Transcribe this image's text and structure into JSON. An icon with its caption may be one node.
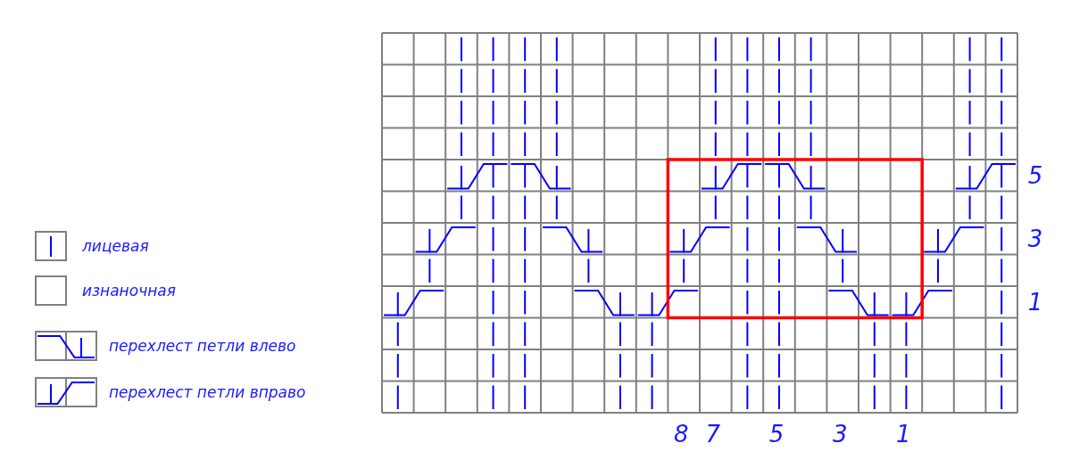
{
  "diagram": {
    "labels": [
      "5",
      "3",
      "1",
      "8",
      "7",
      "5",
      "3",
      "1"
    ],
    "legend": [
      {
        "text": "лицевая"
      },
      {
        "text": "изнаночная"
      },
      {
        "text": "перехлест петли влево"
      },
      {
        "text": "перехлест петли вправо"
      }
    ]
  }
}
